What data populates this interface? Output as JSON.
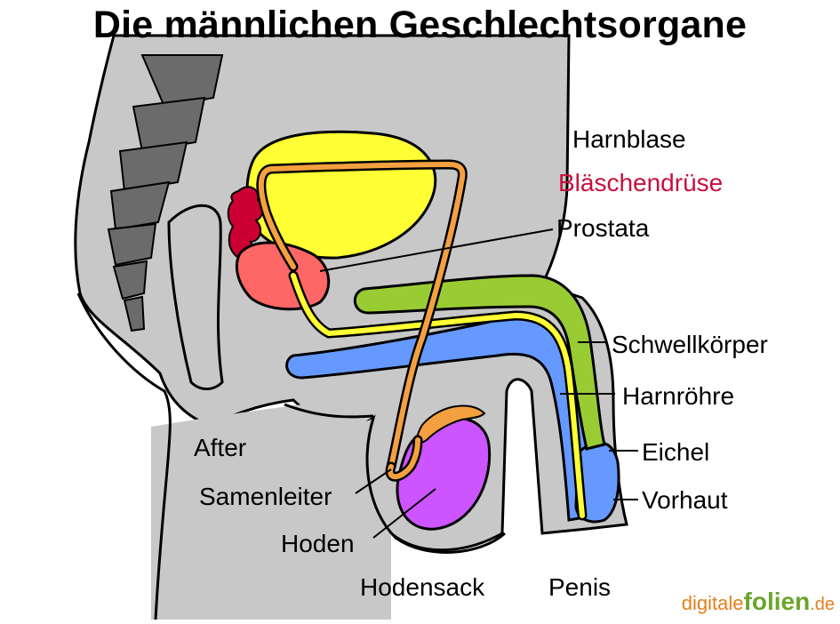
{
  "title": "Die männlichen Geschlechtsorgane",
  "labels": {
    "harnblase": "Harnblase",
    "blaeschendruese": "Bläschendrüse",
    "prostata": "Prostata",
    "schwellkoerper": "Schwellkörper",
    "harnroehre": "Harnröhre",
    "eichel": "Eichel",
    "vorhaut": "Vorhaut",
    "after": "After",
    "samenleiter": "Samenleiter",
    "hoden": "Hoden",
    "hodensack": "Hodensack",
    "penis": "Penis"
  },
  "brand": {
    "part1": "digitale",
    "part2": "folien",
    "part3": ".de"
  },
  "colors": {
    "body": "#c8c8c8",
    "spine": "#6b6b6b",
    "bladder": "#ffff33",
    "seminal_vesicle": "#cc0033",
    "prostate": "#ff6666",
    "vas_deferens": "#f5a040",
    "urethra": "#ffff33",
    "corpus_cavernosum": "#99cc33",
    "corpus_spongiosum": "#6699ff",
    "testis": "#cc55ff",
    "epididymis": "#f5a040",
    "highlight_label": "#c8103c"
  }
}
